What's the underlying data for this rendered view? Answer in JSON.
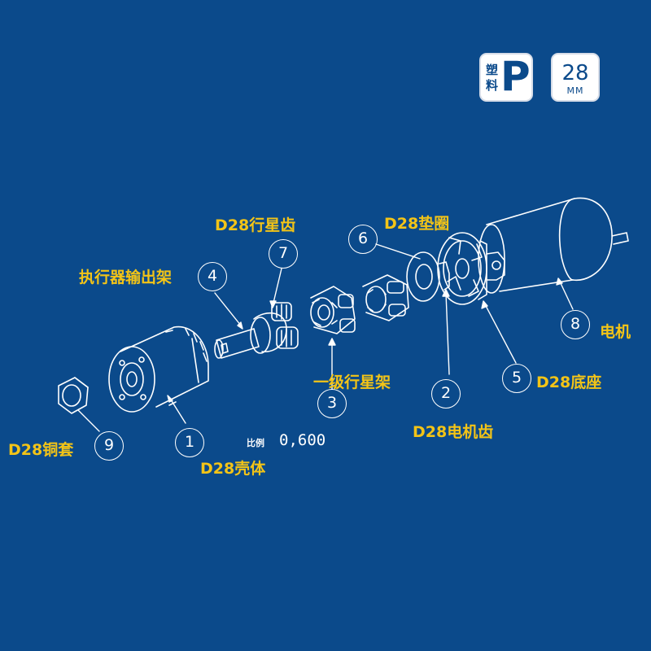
{
  "badges": {
    "material_top": "塑",
    "material_bottom": "料",
    "material_letter": "P",
    "size_value": "28",
    "size_unit": "MM"
  },
  "callouts": [
    "1",
    "2",
    "3",
    "4",
    "5",
    "6",
    "7",
    "8",
    "9"
  ],
  "labels": {
    "housing": "D28壳体",
    "motor_gear": "D28电机齿",
    "stage1_carrier": "一级行星架",
    "output_carrier": "执行器输出架",
    "base": "D28底座",
    "washer": "D28垫圈",
    "planet_gear": "D28行星齿",
    "motor": "电机",
    "bushing": "D28铜套"
  },
  "scale": {
    "label": "比例",
    "value": "0,600"
  },
  "colors": {
    "background": "#0b4a8b",
    "label": "#f3c417",
    "line": "#ffffff"
  }
}
